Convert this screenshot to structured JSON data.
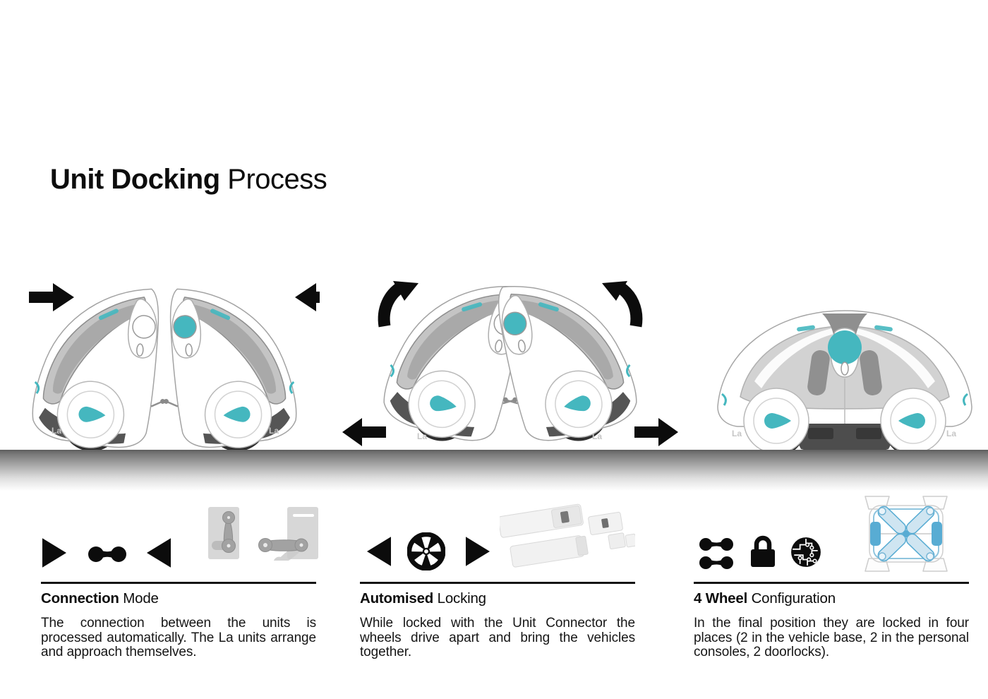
{
  "title": {
    "emphasis": "Unit Docking",
    "rest": " Process"
  },
  "vehicle": {
    "brand_mark": "La"
  },
  "colors": {
    "accent_teal": "#45b7bf",
    "chassis_blue": "#58acd3",
    "ground_gray": "#6e6e6e",
    "text_black": "#111111"
  },
  "stages": [
    {
      "name": "units-approach",
      "icons": [
        "arrow-right-icon",
        "arrow-left-icon"
      ]
    },
    {
      "name": "units-tilt-together",
      "icons": [
        "curved-arrow-up-right-icon",
        "curved-arrow-up-left-icon",
        "arrow-left-icon",
        "arrow-right-icon"
      ]
    },
    {
      "name": "docked-four-wheel-vehicle",
      "icons": []
    }
  ],
  "sections": [
    {
      "heading_bold": "Connection",
      "heading_rest": " Mode",
      "body": "The connection between the units is processed automatically. The La units arrange and approach themselves.",
      "icons": [
        "arrow-right-icon",
        "unit-connector-icon",
        "arrow-left-icon",
        "latch-closed-icon",
        "latch-open-icon"
      ]
    },
    {
      "heading_bold": "Automised",
      "heading_rest": " Locking",
      "body": "While locked with the Unit Connector the wheels drive apart and bring the vehicles together.",
      "icons": [
        "arrow-left-icon",
        "wheel-icon",
        "arrow-right-icon",
        "connector-parts-icon"
      ]
    },
    {
      "heading_bold": "4 Wheel",
      "heading_rest": " Configuration",
      "body": "In the final position they are locked in four places (2 in the vehicle base, 2 in the personal consoles, 2 doorlocks).",
      "icons": [
        "unit-connector-pair-icon",
        "padlock-icon",
        "circuit-icon",
        "chassis-top-view-icon"
      ]
    }
  ]
}
